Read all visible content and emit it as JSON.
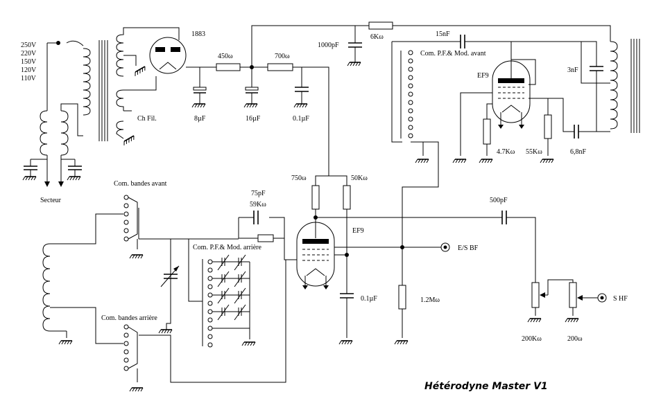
{
  "title": "Hétérodyne Master V1",
  "mains": {
    "voltages": [
      "250V",
      "220V",
      "150V",
      "120V",
      "110V"
    ],
    "label": "Secteur",
    "filament": "Ch Fil."
  },
  "tubes": {
    "rectifier": "1883",
    "oscillator": "EF9",
    "amplifier": "EF9"
  },
  "resistors": {
    "r450": "450ω",
    "r700": "700ω",
    "r6k": "6Kω",
    "r4k7": "4.7Kω",
    "r55k": "55Kω",
    "r750": "750ω",
    "r50k": "50Kω",
    "r59k": "59Kω",
    "r1m2": "1.2Mω",
    "r200k": "200Kω",
    "r200": "200ω"
  },
  "capacitors": {
    "c8u": "8µF",
    "c16u": "16µF",
    "c01a": "0.1µF",
    "c1000p": "1000pF",
    "c15n": "15nF",
    "c3n": "3nF",
    "c6n8": "6,8nF",
    "c75p": "75pF",
    "c500p": "500pF",
    "c01b": "0.1µF"
  },
  "switches": {
    "pf_front": "Com. P.F.& Mod. avant",
    "pf_rear": "Com. P.F.& Mod. arrière",
    "bands_front": "Com. bandes avant",
    "bands_rear": "Com. bandes arrière"
  },
  "outputs": {
    "bf": "E/S BF",
    "hf": "S HF"
  }
}
